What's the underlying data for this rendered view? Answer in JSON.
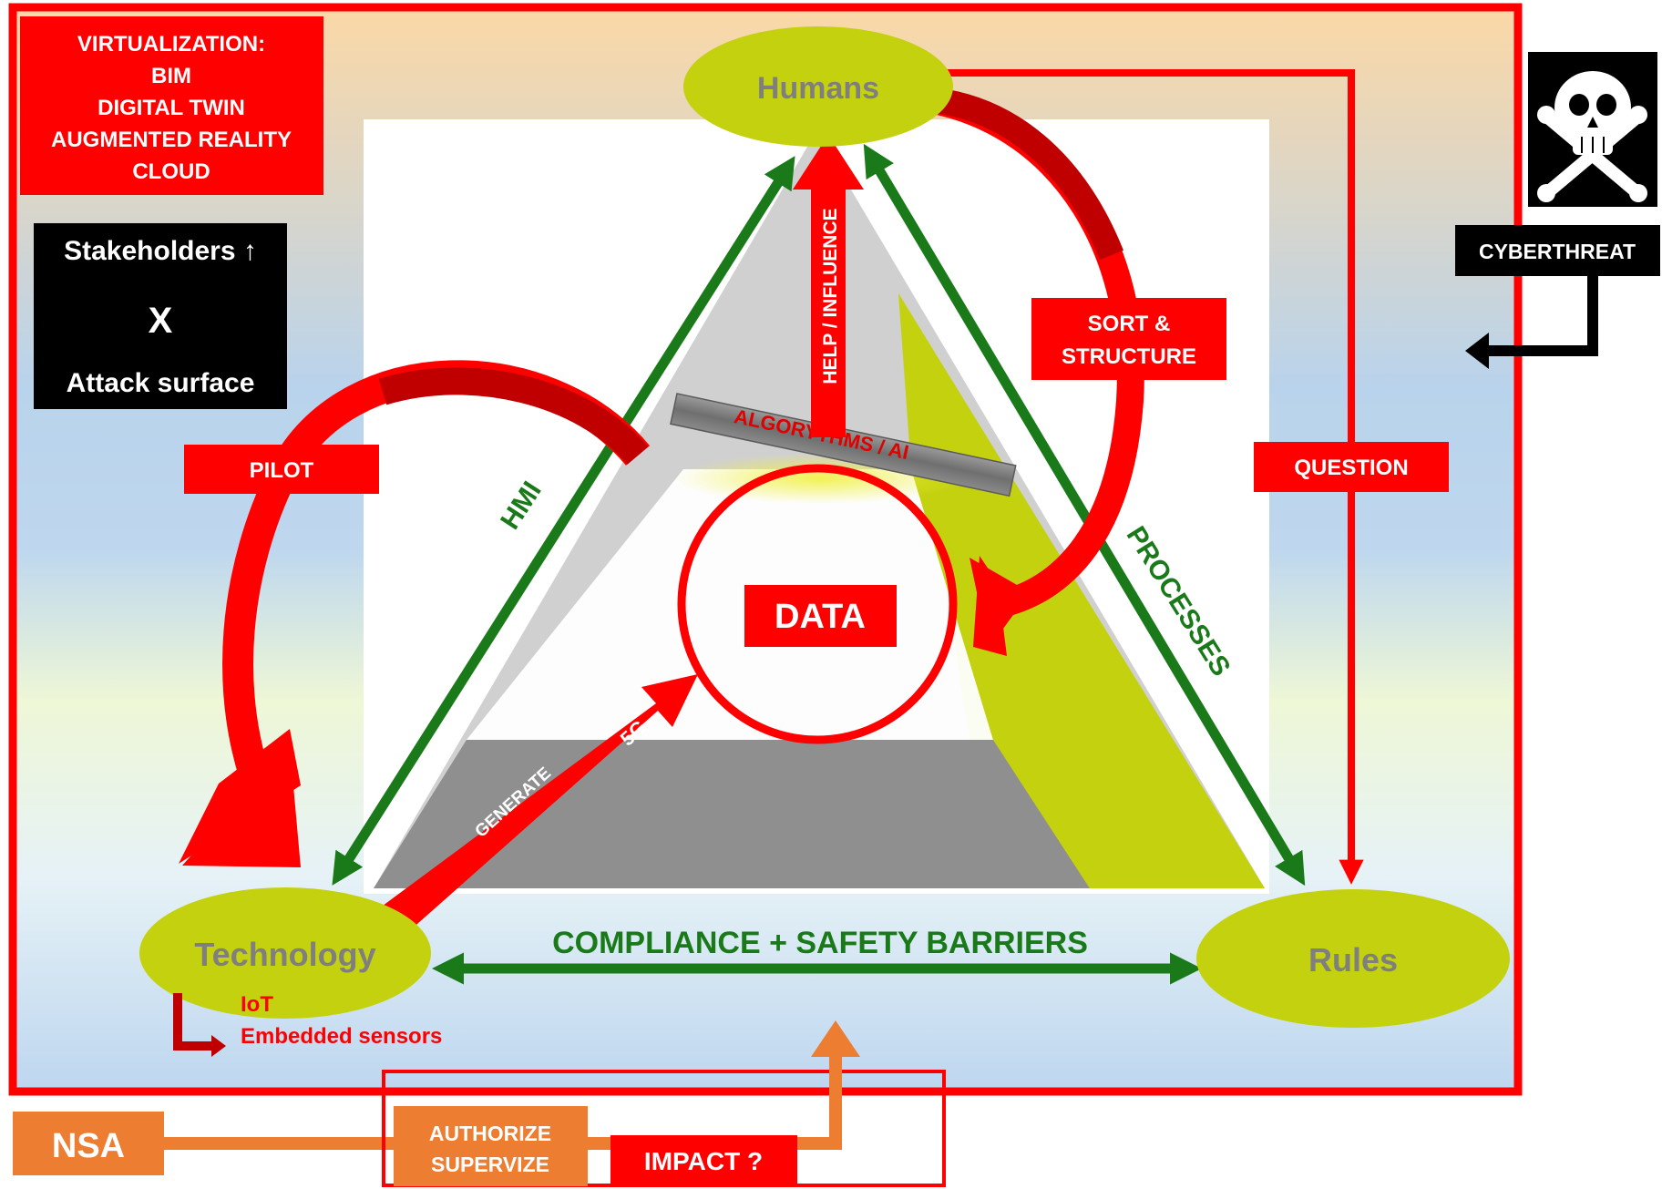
{
  "nodes": {
    "humans": "Humans",
    "technology": "Technology",
    "rules": "Rules",
    "data": "DATA"
  },
  "virtualization": {
    "title": "VIRTUALIZATION:",
    "items": [
      "BIM",
      "DIGITAL TWIN",
      "AUGMENTED REALITY",
      "CLOUD"
    ]
  },
  "stakeholders_box": {
    "line1": "Stakeholders ↑",
    "line2": "X",
    "line3": "Attack surface"
  },
  "cyberthreat": "CYBERTHREAT",
  "edges": {
    "hmi": "HMI",
    "processes": "PROCESSES",
    "compliance": "COMPLIANCE + SAFETY BARRIERS",
    "help_influence": "HELP / INFLUENCE",
    "algorithms": "ALGORYTHMS / AI",
    "generate": "GENERATE",
    "fiveg": "5G"
  },
  "labels": {
    "pilot": "PILOT",
    "sort_line1": "SORT &",
    "sort_line2": "STRUCTURE",
    "question": "QUESTION",
    "iot": "IoT",
    "embedded": "Embedded sensors"
  },
  "bottom": {
    "nsa": "NSA",
    "authorize": "AUTHORIZE",
    "supervize": "SUPERVIZE",
    "impact": "IMPACT ?"
  },
  "colors": {
    "red": "#ff0000",
    "dark_red": "#c00000",
    "green": "#1a7a1a",
    "olive": "#c4d10f",
    "orange": "#ed7d31",
    "black": "#000000",
    "gray_node_text": "#7f7f7f"
  }
}
